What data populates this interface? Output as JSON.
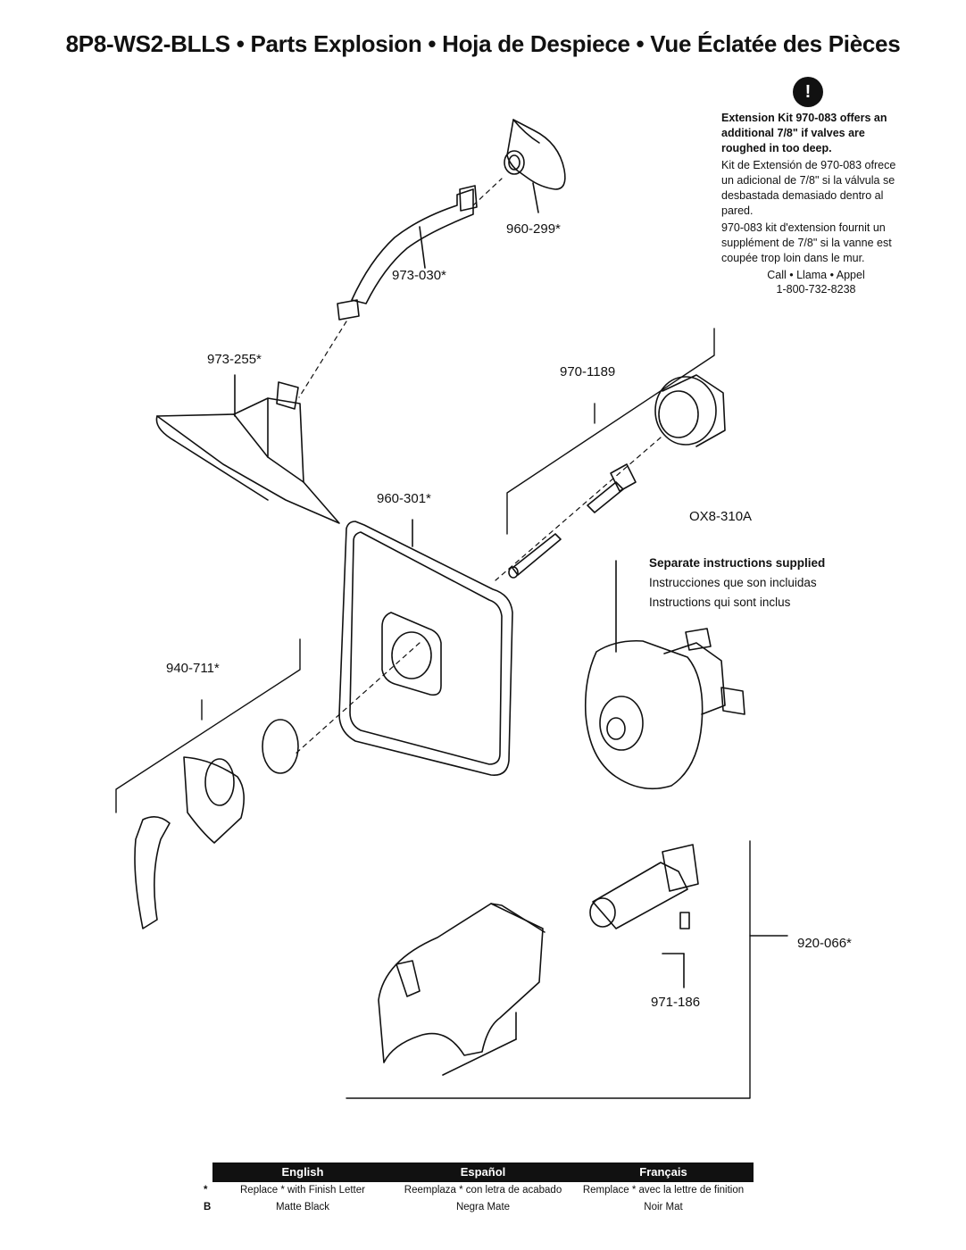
{
  "title": "8P8-WS2-BLLS • Parts Explosion • Hoja de Despiece • Vue Éclatée des Pièces",
  "note": {
    "icon": "!",
    "english": "Extension Kit 970-083 offers an additional 7/8\" if valves are roughed in too deep.",
    "spanish": "Kit de Extensión de 970-083 ofrece un adicional de 7/8\" si la válvula se desbastada demasiado dentro al pared.",
    "french": "970-083 kit d'extension fournit un supplément de 7/8\" si la vanne est coupée trop loin dans le mur.",
    "call": "Call • Llama • Appel",
    "phone": "1-800-732-8238"
  },
  "parts": {
    "p960_299": "960-299*",
    "p973_030": "973-030*",
    "p973_255": "973-255*",
    "p970_1189": "970-1189",
    "p960_301": "960-301*",
    "ox8_310a": "OX8-310A",
    "p940_711": "940-711*",
    "p920_066": "920-066*",
    "p971_186": "971-186"
  },
  "separate_instructions": {
    "english": "Separate instructions supplied",
    "spanish": "Instrucciones que son incluidas",
    "french": "Instructions qui sont inclus"
  },
  "legend": {
    "headers": [
      "English",
      "Español",
      "Français"
    ],
    "rows": [
      {
        "key": "*",
        "cells": [
          "Replace * with Finish Letter",
          "Reemplaza * con letra de acabado",
          "Remplace * avec la lettre de finition"
        ]
      },
      {
        "key": "B",
        "cells": [
          "Matte Black",
          "Negra Mate",
          "Noir Mat"
        ]
      }
    ]
  },
  "colors": {
    "ink": "#111111",
    "paper": "#ffffff",
    "shade": "#9a9a9a"
  }
}
